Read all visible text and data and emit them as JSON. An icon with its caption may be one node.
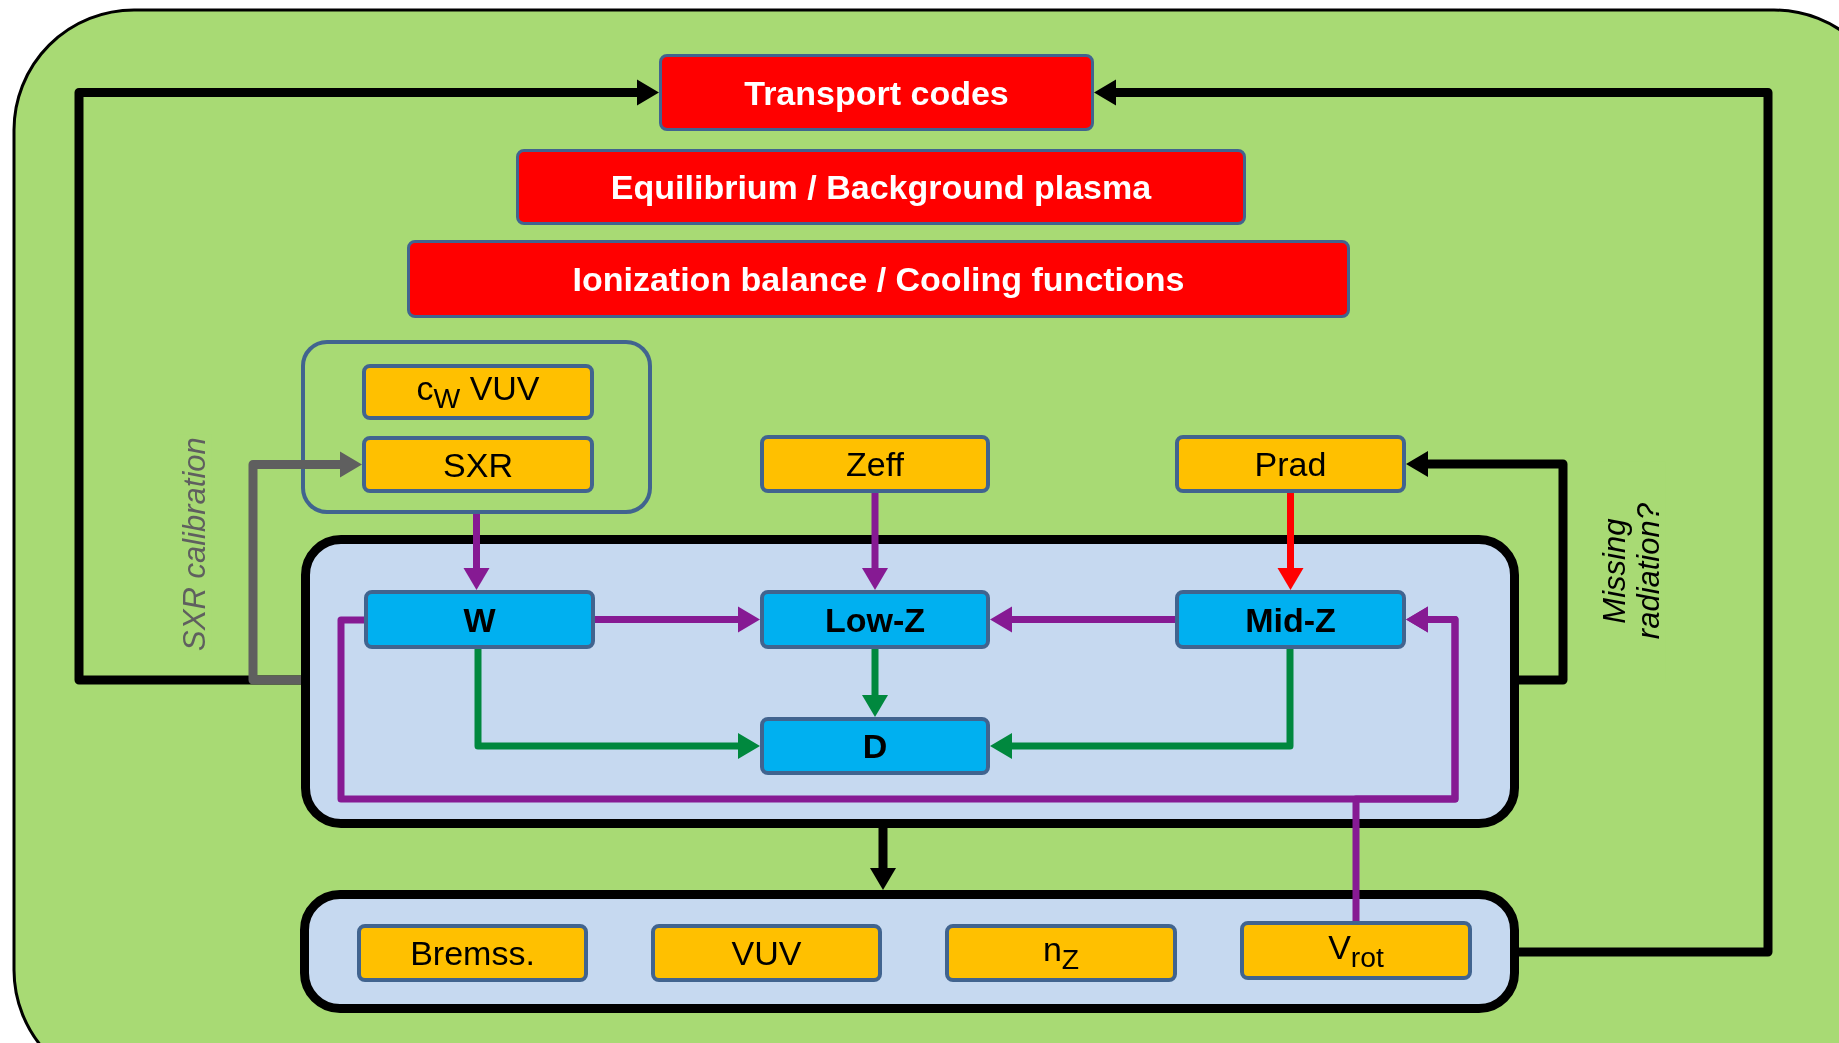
{
  "diagram": {
    "nodes": [
      {
        "text": [
          "Transport codes"
        ]
      },
      {
        "text": [
          "Equilibrium / Background plasma"
        ]
      },
      {
        "text": [
          "Ionization balance / Cooling functions"
        ]
      },
      {
        "text": [],
        "shape": "box"
      },
      {
        "text": [
          "c$_{W}$ VUV"
        ],
        "in": 3
      },
      {
        "text": [
          "SXR"
        ],
        "in": 3
      },
      {
        "text": [
          "Zeff"
        ]
      },
      {
        "text": [
          "Prad"
        ]
      },
      {
        "text": [],
        "shape": "box"
      },
      {
        "text": [
          "W"
        ],
        "in": 8
      },
      {
        "text": [
          "Low-Z"
        ],
        "in": 8
      },
      {
        "text": [
          "Mid-Z"
        ],
        "in": 8
      },
      {
        "text": [
          "D"
        ],
        "in": 8
      },
      {
        "text": [],
        "shape": "box"
      },
      {
        "text": [
          "Bremss."
        ],
        "in": 13
      },
      {
        "text": [
          "VUV"
        ],
        "in": 13
      },
      {
        "text": [
          "n$_{Z}$"
        ],
        "in": 13
      },
      {
        "text": [
          "V$_{rot}$"
        ],
        "in": 13
      }
    ],
    "edges": [
      {
        "from": 8,
        "to": 0,
        "arrow": "to",
        "color": "#000000"
      },
      {
        "from": 13,
        "to": 0,
        "arrow": "to",
        "color": "#000000"
      },
      {
        "from": 8,
        "to": 5,
        "arrow": "to",
        "label": "SXR calibration",
        "color": "#5f5f5f"
      },
      {
        "from": 8,
        "to": 7,
        "arrow": "to",
        "label": "Missing radiation?",
        "color": "#000000"
      },
      {
        "from": 3,
        "to": 9,
        "arrow": "to"
      },
      {
        "from": 6,
        "to": 10,
        "arrow": "to"
      },
      {
        "from": 7,
        "to": 11,
        "arrow": "to",
        "color": "#ff0000"
      },
      {
        "from": 9,
        "to": 10,
        "arrow": "to"
      },
      {
        "from": 11,
        "to": 10,
        "arrow": "to"
      },
      {
        "from": 10,
        "to": 12,
        "arrow": "to",
        "color": "#00883e"
      },
      {
        "from": 9,
        "to": 12,
        "arrow": "to",
        "color": "#00883e"
      },
      {
        "from": 11,
        "to": 12,
        "arrow": "to",
        "color": "#00883e"
      },
      {
        "from": 9,
        "to": 11,
        "arrow": "to"
      },
      {
        "from": 17,
        "to": 11,
        "arrow": "to"
      },
      {
        "from": 8,
        "to": 13,
        "arrow": "to",
        "color": "#000000"
      }
    ]
  }
}
